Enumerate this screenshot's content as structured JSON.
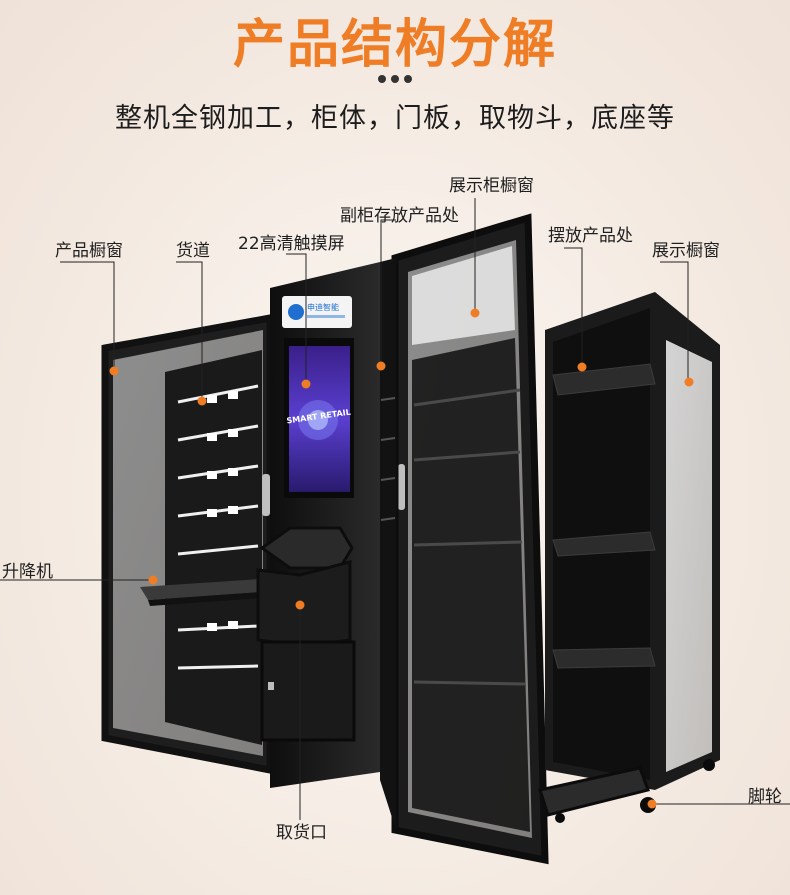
{
  "header": {
    "title": "产品结构分解",
    "subtitle": "整机全钢加工，柜体，门板，取物斗，底座等"
  },
  "labels": {
    "product_window": "产品橱窗",
    "cargo_lane": "货道",
    "touchscreen": "22高清触摸屏",
    "sub_cabinet": "副柜存放产品处",
    "display_cabinet_window": "展示柜橱窗",
    "placement_area": "摆放产品处",
    "display_window": "展示橱窗",
    "elevator": "升降机",
    "pickup_port": "取货口",
    "caster": "脚轮"
  },
  "screen": {
    "brand": "申迪智能",
    "content": "SMART RETAIL"
  },
  "colors": {
    "accent": "#ef7d25",
    "label_text": "#1f1f1f",
    "cabinet": "#1b1b1b",
    "background": "#f6efe9"
  }
}
